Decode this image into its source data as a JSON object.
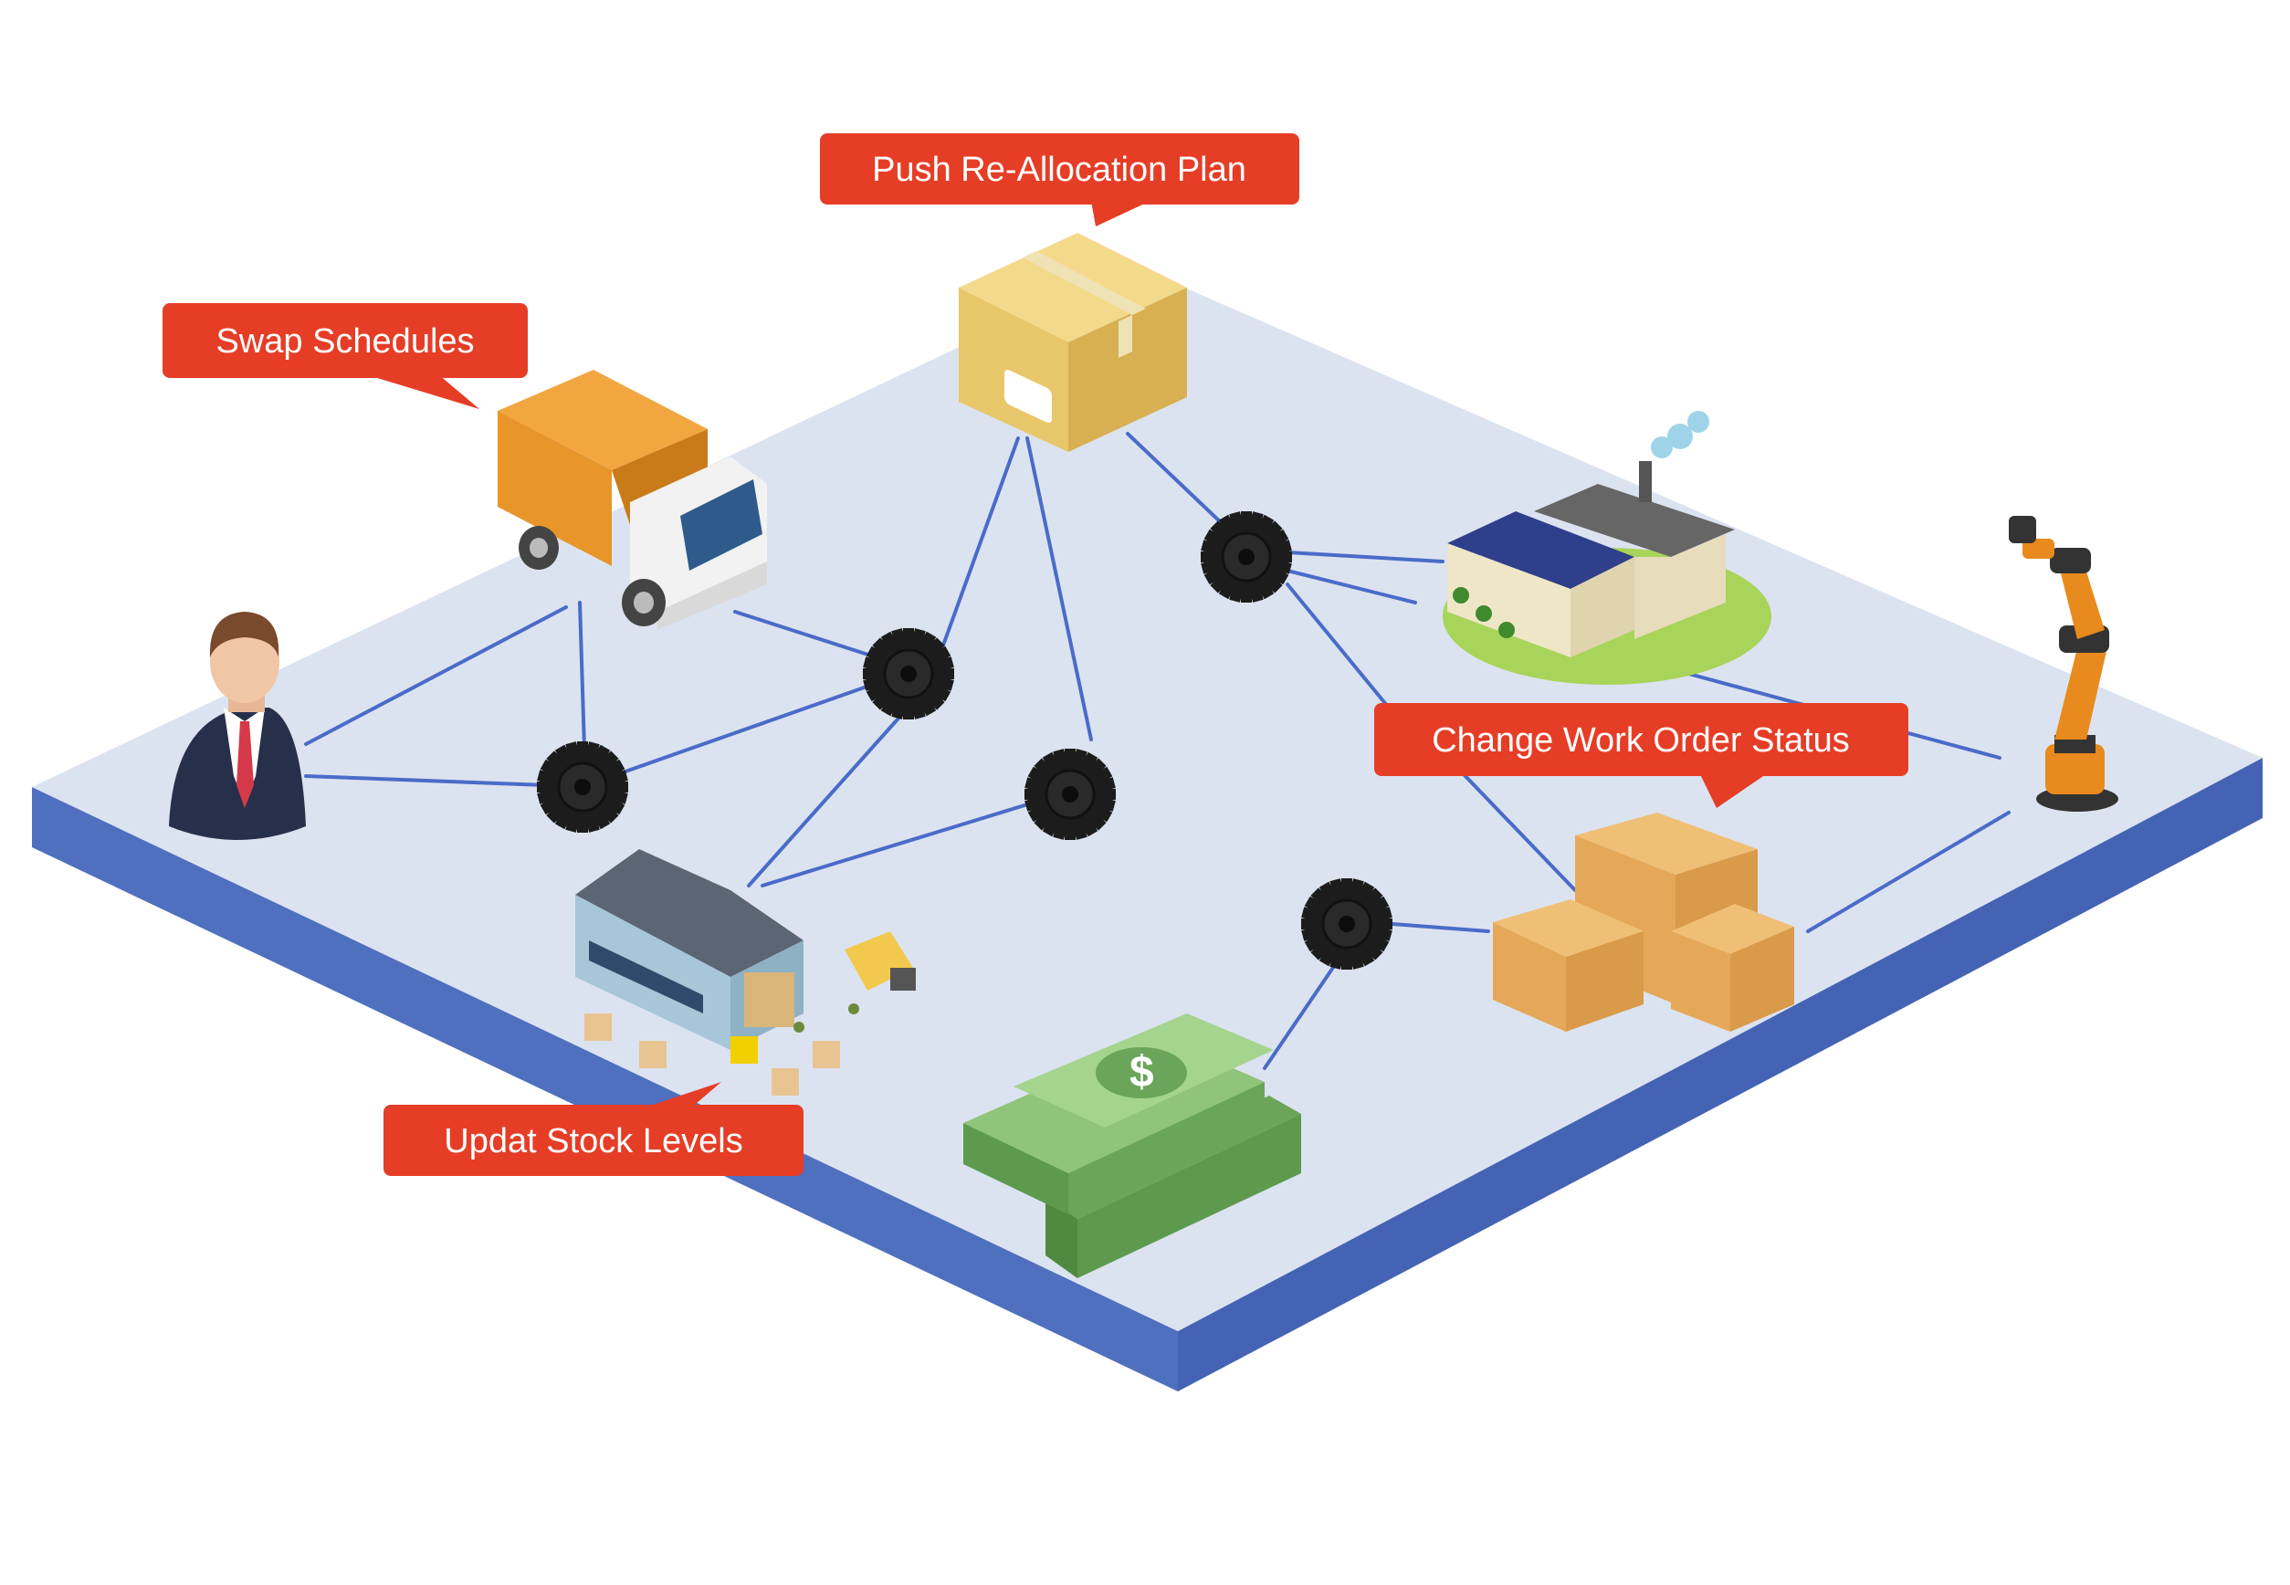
{
  "callouts": {
    "push_plan": "Push Re-Allocation Plan",
    "swap_schedules": "Swap Schedules",
    "change_work_order": "Change Work Order Status",
    "update_stock": "Updat Stock Levels"
  },
  "colors": {
    "platform_top": "#dce3f0",
    "platform_side": "#4f6fbf",
    "connector": "#4a6bc8",
    "callout": "#e63d26",
    "gear": "#1a1a1a"
  },
  "icons": [
    "businessman-icon",
    "truck-icon",
    "box-icon",
    "factory-icon",
    "robot-arm-icon",
    "warehouse-icon",
    "cash-icon",
    "boxes-stack-icon",
    "gear-icon"
  ]
}
